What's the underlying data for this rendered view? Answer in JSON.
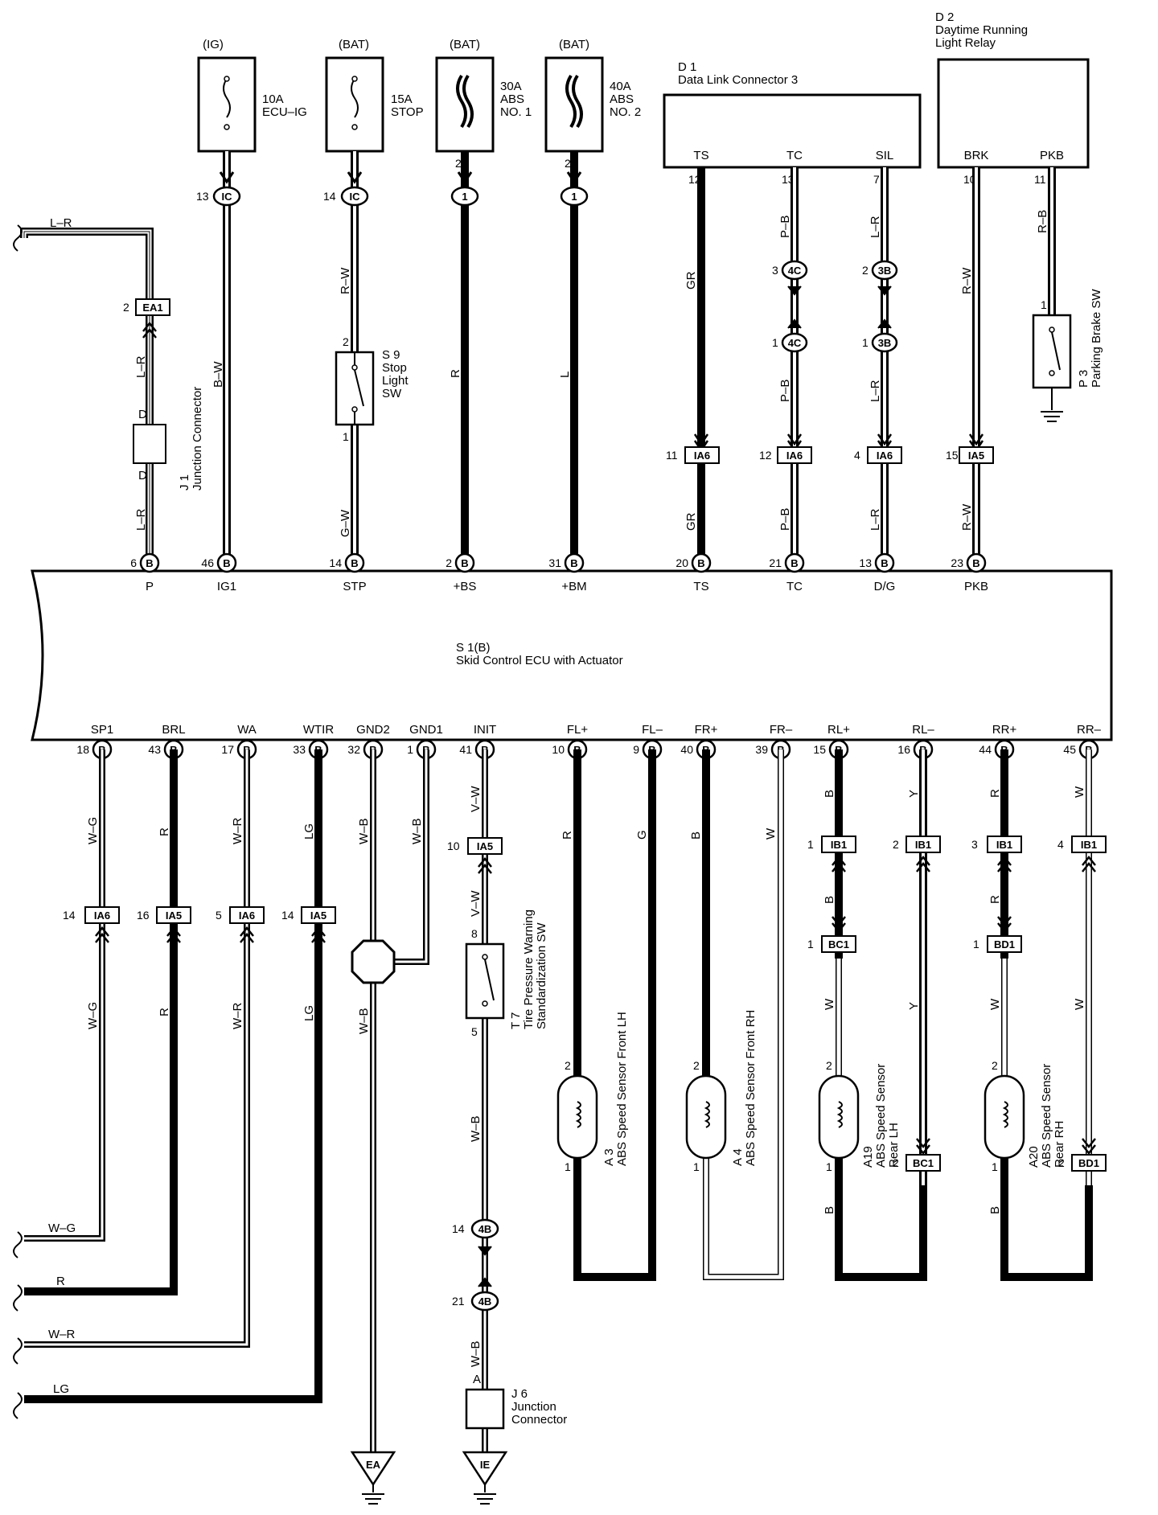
{
  "fuses": [
    {
      "source": "(IG)",
      "amp": "10A",
      "name": [
        "ECU–IG"
      ],
      "pin": "",
      "conn": "IC",
      "conn_pin": "13"
    },
    {
      "source": "(BAT)",
      "amp": "15A",
      "name": [
        "STOP"
      ],
      "pin": "",
      "conn": "IC",
      "conn_pin": "14"
    },
    {
      "source": "(BAT)",
      "amp": "30A",
      "name": [
        "ABS",
        "NO. 1"
      ],
      "pin": "2",
      "conn": "1",
      "conn_pin": ""
    },
    {
      "source": "(BAT)",
      "amp": "40A",
      "name": [
        "ABS",
        "NO. 2"
      ],
      "pin": "2",
      "conn": "1",
      "conn_pin": ""
    }
  ],
  "d1": {
    "id": "D 1",
    "name": "Data Link Connector 3",
    "terminals": [
      "TS",
      "TC",
      "SIL"
    ],
    "pins": [
      "12",
      "13",
      "7"
    ]
  },
  "d2": {
    "id": "D 2",
    "name": [
      "Daytime Running",
      "Light Relay"
    ],
    "terminals": [
      "BRK",
      "PKB"
    ],
    "pins": [
      "10",
      "11"
    ]
  },
  "ecu": {
    "id": "S 1(B)",
    "name": "Skid Control ECU with Actuator",
    "conn": "B",
    "top_pins": [
      {
        "label": "P",
        "pin": "6"
      },
      {
        "label": "IG1",
        "pin": "46"
      },
      {
        "label": "STP",
        "pin": "14"
      },
      {
        "label": "+BS",
        "pin": "2"
      },
      {
        "label": "+BM",
        "pin": "31"
      },
      {
        "label": "TS",
        "pin": "20"
      },
      {
        "label": "TC",
        "pin": "21"
      },
      {
        "label": "D/G",
        "pin": "13"
      },
      {
        "label": "PKB",
        "pin": "23"
      }
    ],
    "bottom_pins": [
      {
        "label": "SP1",
        "pin": "18"
      },
      {
        "label": "BRL",
        "pin": "43"
      },
      {
        "label": "WA",
        "pin": "17"
      },
      {
        "label": "WTIR",
        "pin": "33"
      },
      {
        "label": "GND2",
        "pin": "32"
      },
      {
        "label": "GND1",
        "pin": "1"
      },
      {
        "label": "INIT",
        "pin": "41"
      },
      {
        "label": "FL+",
        "pin": "10"
      },
      {
        "label": "FL–",
        "pin": "9"
      },
      {
        "label": "FR+",
        "pin": "40"
      },
      {
        "label": "FR–",
        "pin": "39"
      },
      {
        "label": "RL+",
        "pin": "15"
      },
      {
        "label": "RL–",
        "pin": "16"
      },
      {
        "label": "RR+",
        "pin": "44"
      },
      {
        "label": "RR–",
        "pin": "45"
      }
    ]
  },
  "top_wire_colors": {
    "p_upper": "L–R",
    "p_lower": "L–R",
    "ig1": "B–W",
    "stp_upper": "R–W",
    "stp_lower": "G–W",
    "bs": "R",
    "bm": "L",
    "ts_upper": "GR",
    "ts_lower": "GR",
    "tc_upper": "P–B",
    "tc_mid": "P–B",
    "tc_lower": "P–B",
    "dg_upper": "L–R",
    "dg_mid": "L–R",
    "dg_lower": "L–R",
    "brk": "R–W",
    "brk_lower": "R–W",
    "pkb": "R–B"
  },
  "top_connectors": {
    "ea1": {
      "name": "EA1",
      "pin": "2"
    },
    "j1": {
      "id": "J 1",
      "name": "Junction Connector",
      "pin_top": "D",
      "pin_bottom": "D"
    },
    "s9": {
      "id": "S 9",
      "name": [
        "Stop",
        "Light",
        "SW"
      ],
      "pin_top": "2",
      "pin_bottom": "1"
    },
    "dlc_ts": {
      "name": "IA6",
      "pin": "11"
    },
    "dlc_tc": {
      "name": "IA6",
      "pin": "12"
    },
    "dlc_dg": {
      "name": "IA6",
      "pin": "4"
    },
    "dlc_brk": {
      "name": "IA5",
      "pin": "15"
    },
    "c4c_a": {
      "name": "4C",
      "pin": "3"
    },
    "c4c_b": {
      "name": "4C",
      "pin": "1"
    },
    "c3b_a": {
      "name": "3B",
      "pin": "2"
    },
    "c3b_b": {
      "name": "3B",
      "pin": "1"
    },
    "p3": {
      "id": "P 3",
      "name": "Parking Brake SW",
      "pin": "1"
    }
  },
  "bottom_wire_colors": {
    "sp1": [
      "W–G",
      "W–G"
    ],
    "brl": [
      "R",
      "R"
    ],
    "wa": [
      "W–R",
      "W–R"
    ],
    "wtir": [
      "LG",
      "LG"
    ],
    "gnd2": [
      "W–B",
      "W–B"
    ],
    "gnd1": "W–B",
    "init": [
      "V–W",
      "V–W",
      "W–B",
      "W–B"
    ],
    "fl_plus": "R",
    "fl_minus": "G",
    "fr_plus": "B",
    "fr_minus": "W",
    "rl_plus": [
      "B",
      "B",
      "W",
      "B"
    ],
    "rl_minus": [
      "Y",
      "Y"
    ],
    "rr_plus": [
      "R",
      "R",
      "W",
      "B"
    ],
    "rr_minus": [
      "W",
      "W"
    ]
  },
  "bottom_connectors": {
    "sp1": {
      "name": "IA6",
      "pin": "14"
    },
    "brl": {
      "name": "IA5",
      "pin": "16"
    },
    "wa": {
      "name": "IA6",
      "pin": "5"
    },
    "wtir": {
      "name": "IA5",
      "pin": "14"
    },
    "init_ia5": {
      "name": "IA5",
      "pin": "10"
    },
    "t7": {
      "id": "T 7",
      "name": [
        "Tire Pressure Warning",
        "Standardization SW"
      ],
      "pin_top": "8",
      "pin_bottom": "5"
    },
    "c4b_a": {
      "name": "4B",
      "pin": "14"
    },
    "c4b_b": {
      "name": "4B",
      "pin": "21"
    },
    "j6": {
      "id": "J 6",
      "name": [
        "Junction",
        "Connector"
      ],
      "pin": "A"
    },
    "ib1": [
      {
        "name": "IB1",
        "pin": "1"
      },
      {
        "name": "IB1",
        "pin": "2"
      },
      {
        "name": "IB1",
        "pin": "3"
      },
      {
        "name": "IB1",
        "pin": "4"
      }
    ],
    "bc1": {
      "name": "BC1",
      "pin": "1"
    },
    "bd1": {
      "name": "BD1",
      "pin": "1"
    },
    "bc1_2": {
      "name": "BC1",
      "pin": "2"
    },
    "bd1_2": {
      "name": "BD1",
      "pin": "2"
    }
  },
  "sensors": [
    {
      "id": "A 3",
      "name": [
        "ABS Speed Sensor Front LH"
      ],
      "pins": [
        "2",
        "1"
      ]
    },
    {
      "id": "A 4",
      "name": [
        "ABS Speed Sensor Front RH"
      ],
      "pins": [
        "2",
        "1"
      ]
    },
    {
      "id": "A19",
      "name": [
        "ABS Speed Sensor",
        "Rear LH"
      ],
      "pins": [
        "2",
        "1"
      ]
    },
    {
      "id": "A20",
      "name": [
        "ABS Speed Sensor",
        "Rear RH"
      ],
      "pins": [
        "2",
        "1"
      ]
    }
  ],
  "grounds": {
    "ea": "EA",
    "ie": "IE"
  },
  "left_wires": [
    "L–R",
    "W–G",
    "R",
    "W–R",
    "LG"
  ]
}
